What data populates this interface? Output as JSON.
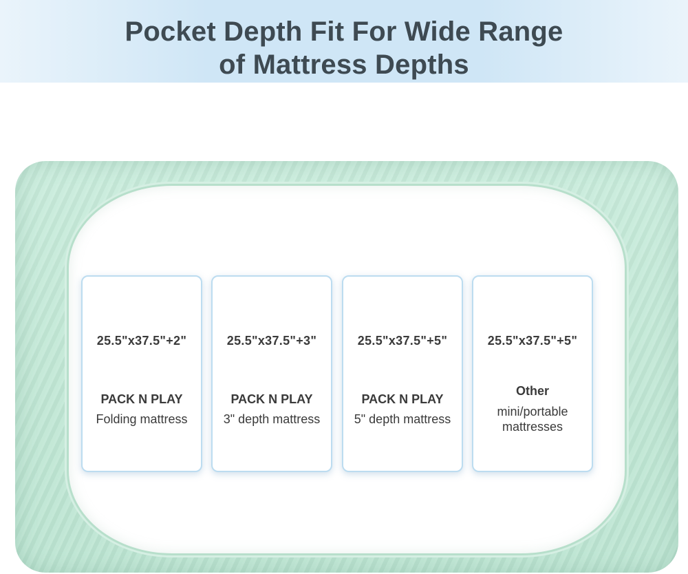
{
  "header": {
    "line1": "Pocket Depth Fit For Wide Range",
    "line2": "of Mattress Depths"
  },
  "cards": [
    {
      "size": "25.5\"x37.5\"+2\"",
      "name": "PACK N PLAY",
      "desc": "Folding mattress"
    },
    {
      "size": "25.5\"x37.5\"+3\"",
      "name": "PACK N PLAY",
      "desc": "3\" depth mattress"
    },
    {
      "size": "25.5\"x37.5\"+5\"",
      "name": "PACK N PLAY",
      "desc": "5\" depth mattress"
    },
    {
      "size": "25.5\"x37.5\"+5\"",
      "name": "Other",
      "desc": "mini/portable mattresses"
    }
  ],
  "colors": {
    "sheet": "#c2e8d6",
    "card_border": "#bcdcf0",
    "title": "#3e4a52"
  }
}
